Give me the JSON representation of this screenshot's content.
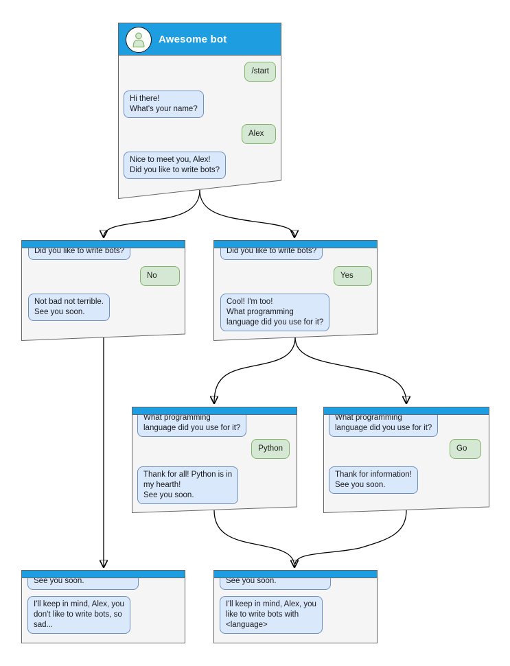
{
  "theme": {
    "header_color": "#1e9ee0",
    "window_fill": "#f5f5f5",
    "window_stroke": "#666666",
    "incoming_fill": "#dae8fc",
    "incoming_stroke": "#6c8ebf",
    "outgoing_fill": "#d5e8d4",
    "outgoing_stroke": "#82b366",
    "connector_color": "#000000"
  },
  "bot": {
    "title": "Awesome bot",
    "avatar": "person-icon"
  },
  "windows": [
    {
      "id": "root",
      "messages": [
        {
          "dir": "out",
          "text": "/start"
        },
        {
          "dir": "in",
          "text": "Hi there!\nWhat's your name?"
        },
        {
          "dir": "out",
          "text": "Alex"
        },
        {
          "dir": "in",
          "text": "Nice to meet you, Alex!\nDid you like to write bots?"
        }
      ]
    },
    {
      "id": "branch-no",
      "messages": [
        {
          "dir": "in",
          "text": "Did you like to write bots?"
        },
        {
          "dir": "out",
          "text": "No"
        },
        {
          "dir": "in",
          "text": "Not bad not terrible.\nSee you soon."
        }
      ]
    },
    {
      "id": "branch-yes",
      "messages": [
        {
          "dir": "in",
          "text": "Did you like to write bots?"
        },
        {
          "dir": "out",
          "text": "Yes"
        },
        {
          "dir": "in",
          "text": "Cool! I'm too!\nWhat programming\nlanguage did you use for it?"
        }
      ]
    },
    {
      "id": "branch-python",
      "messages": [
        {
          "dir": "in",
          "text": "What programming\nlanguage did you use for it?"
        },
        {
          "dir": "out",
          "text": "Python"
        },
        {
          "dir": "in",
          "text": "Thank for all! Python is in\nmy hearth!\nSee you soon."
        }
      ]
    },
    {
      "id": "branch-go",
      "messages": [
        {
          "dir": "in",
          "text": "What programming\nlanguage did you use for it?"
        },
        {
          "dir": "out",
          "text": "Go"
        },
        {
          "dir": "in",
          "text": "Thank for information!\nSee you soon."
        }
      ]
    },
    {
      "id": "end-no",
      "messages": [
        {
          "dir": "in",
          "text": "See you soon."
        },
        {
          "dir": "in",
          "text": "I'll keep in mind, Alex, you\ndon't like to write bots, so\nsad..."
        }
      ]
    },
    {
      "id": "end-yes",
      "messages": [
        {
          "dir": "in",
          "text": "See you soon."
        },
        {
          "dir": "in",
          "text": "I'll keep in mind, Alex, you\nlike to write bots with\n<language>"
        }
      ]
    }
  ]
}
